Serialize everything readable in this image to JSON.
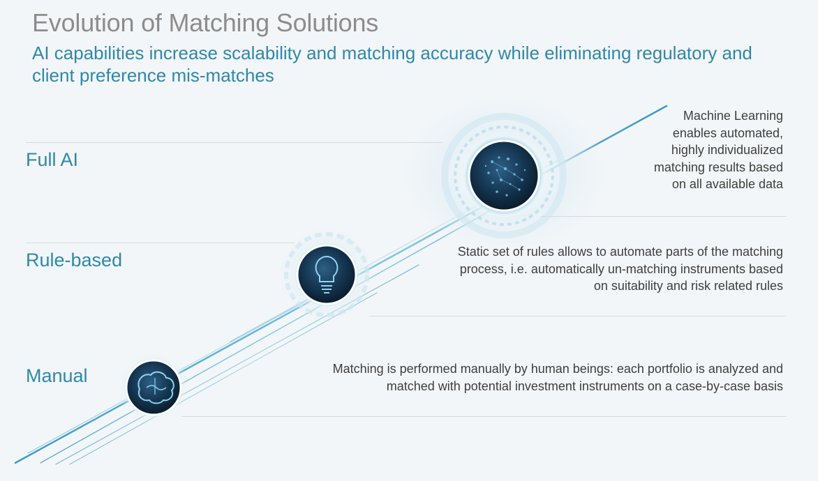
{
  "slide": {
    "title": "Evolution of Matching Solutions",
    "subtitle": "AI capabilities increase scalability and matching accuracy while eliminating regulatory and client preference mis-matches"
  },
  "levels": [
    {
      "label": "Full AI",
      "description": "Machine Learning enables automated, highly individualized matching results based on all available data",
      "icon": "ai-head-icon"
    },
    {
      "label": "Rule-based",
      "description": "Static set of rules allows to automate parts of the matching process, i.e. automatically un-matching instruments based on suitability and risk related rules",
      "icon": "lightbulb-icon"
    },
    {
      "label": "Manual",
      "description": "Matching is performed manually by human beings: each portfolio is analyzed and matched with potential investment instruments on a case-by-case basis",
      "icon": "brain-icon"
    }
  ],
  "colors": {
    "title": "#8c8c8c",
    "accent": "#2f88a8",
    "body_text": "#3e3e3e",
    "beam": "#5fb3d2",
    "orb_dark": "#0f2b45"
  }
}
